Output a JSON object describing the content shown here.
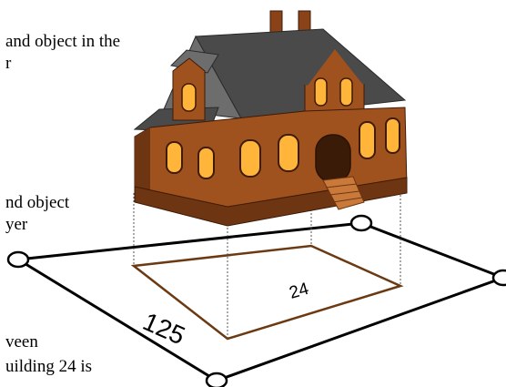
{
  "text_fragments": [
    "and object in the",
    "r",
    "nd  object",
    "yer",
    "veen",
    "uilding 24 is"
  ],
  "diagram": {
    "house_label": "24",
    "footprint_label": "24",
    "parcel_label": "125"
  },
  "colors": {
    "brick": "#a0521e",
    "brick_dark": "#6e3512",
    "roof": "#4a4a4a",
    "roof_light": "#6d6d6d",
    "window": "#ffb43a",
    "footprint_line": "#6b3a12",
    "parcel_line": "#000000"
  }
}
